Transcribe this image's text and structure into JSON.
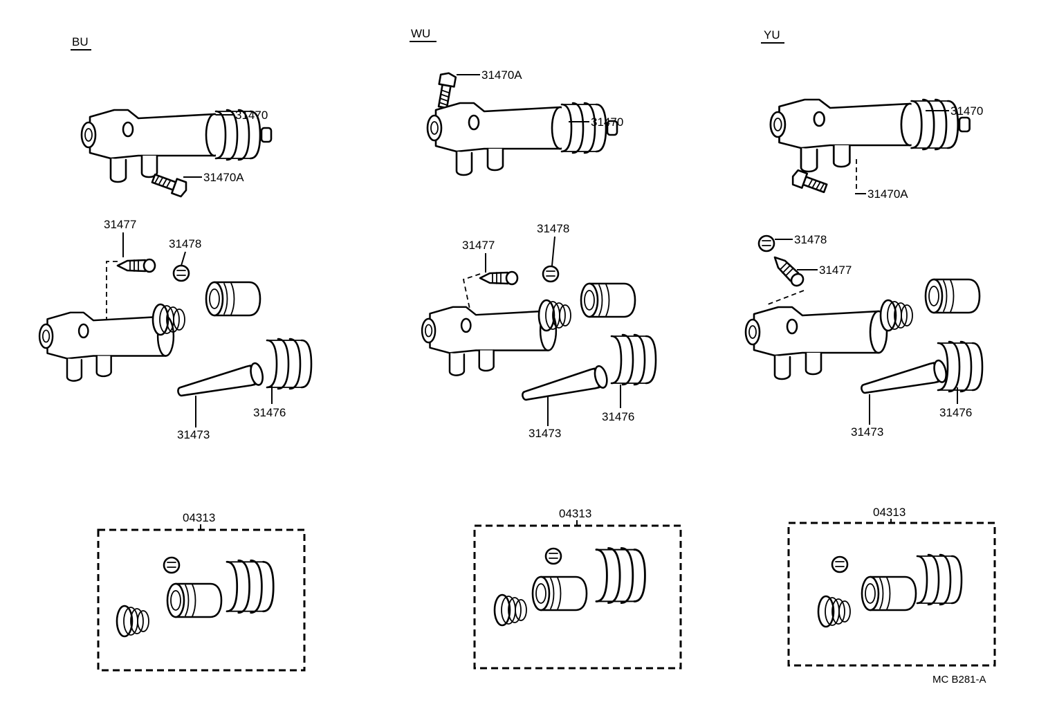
{
  "groups": [
    {
      "code": "BU",
      "labels": {
        "cylinder": "31470",
        "bolt": "31470A",
        "bleeder": "31477",
        "cap": "31478",
        "rod": "31473",
        "boot": "31476",
        "kit": "04313"
      }
    },
    {
      "code": "WU",
      "labels": {
        "cylinder": "31470",
        "bolt": "31470A",
        "bleeder": "31477",
        "cap": "31478",
        "rod": "31473",
        "boot": "31476",
        "kit": "04313"
      }
    },
    {
      "code": "YU",
      "labels": {
        "cylinder": "31470",
        "bolt": "31470A",
        "bleeder": "31477",
        "cap": "31478",
        "rod": "31473",
        "boot": "31476",
        "kit": "04313"
      }
    }
  ],
  "figure_ref": "MC B281-A"
}
